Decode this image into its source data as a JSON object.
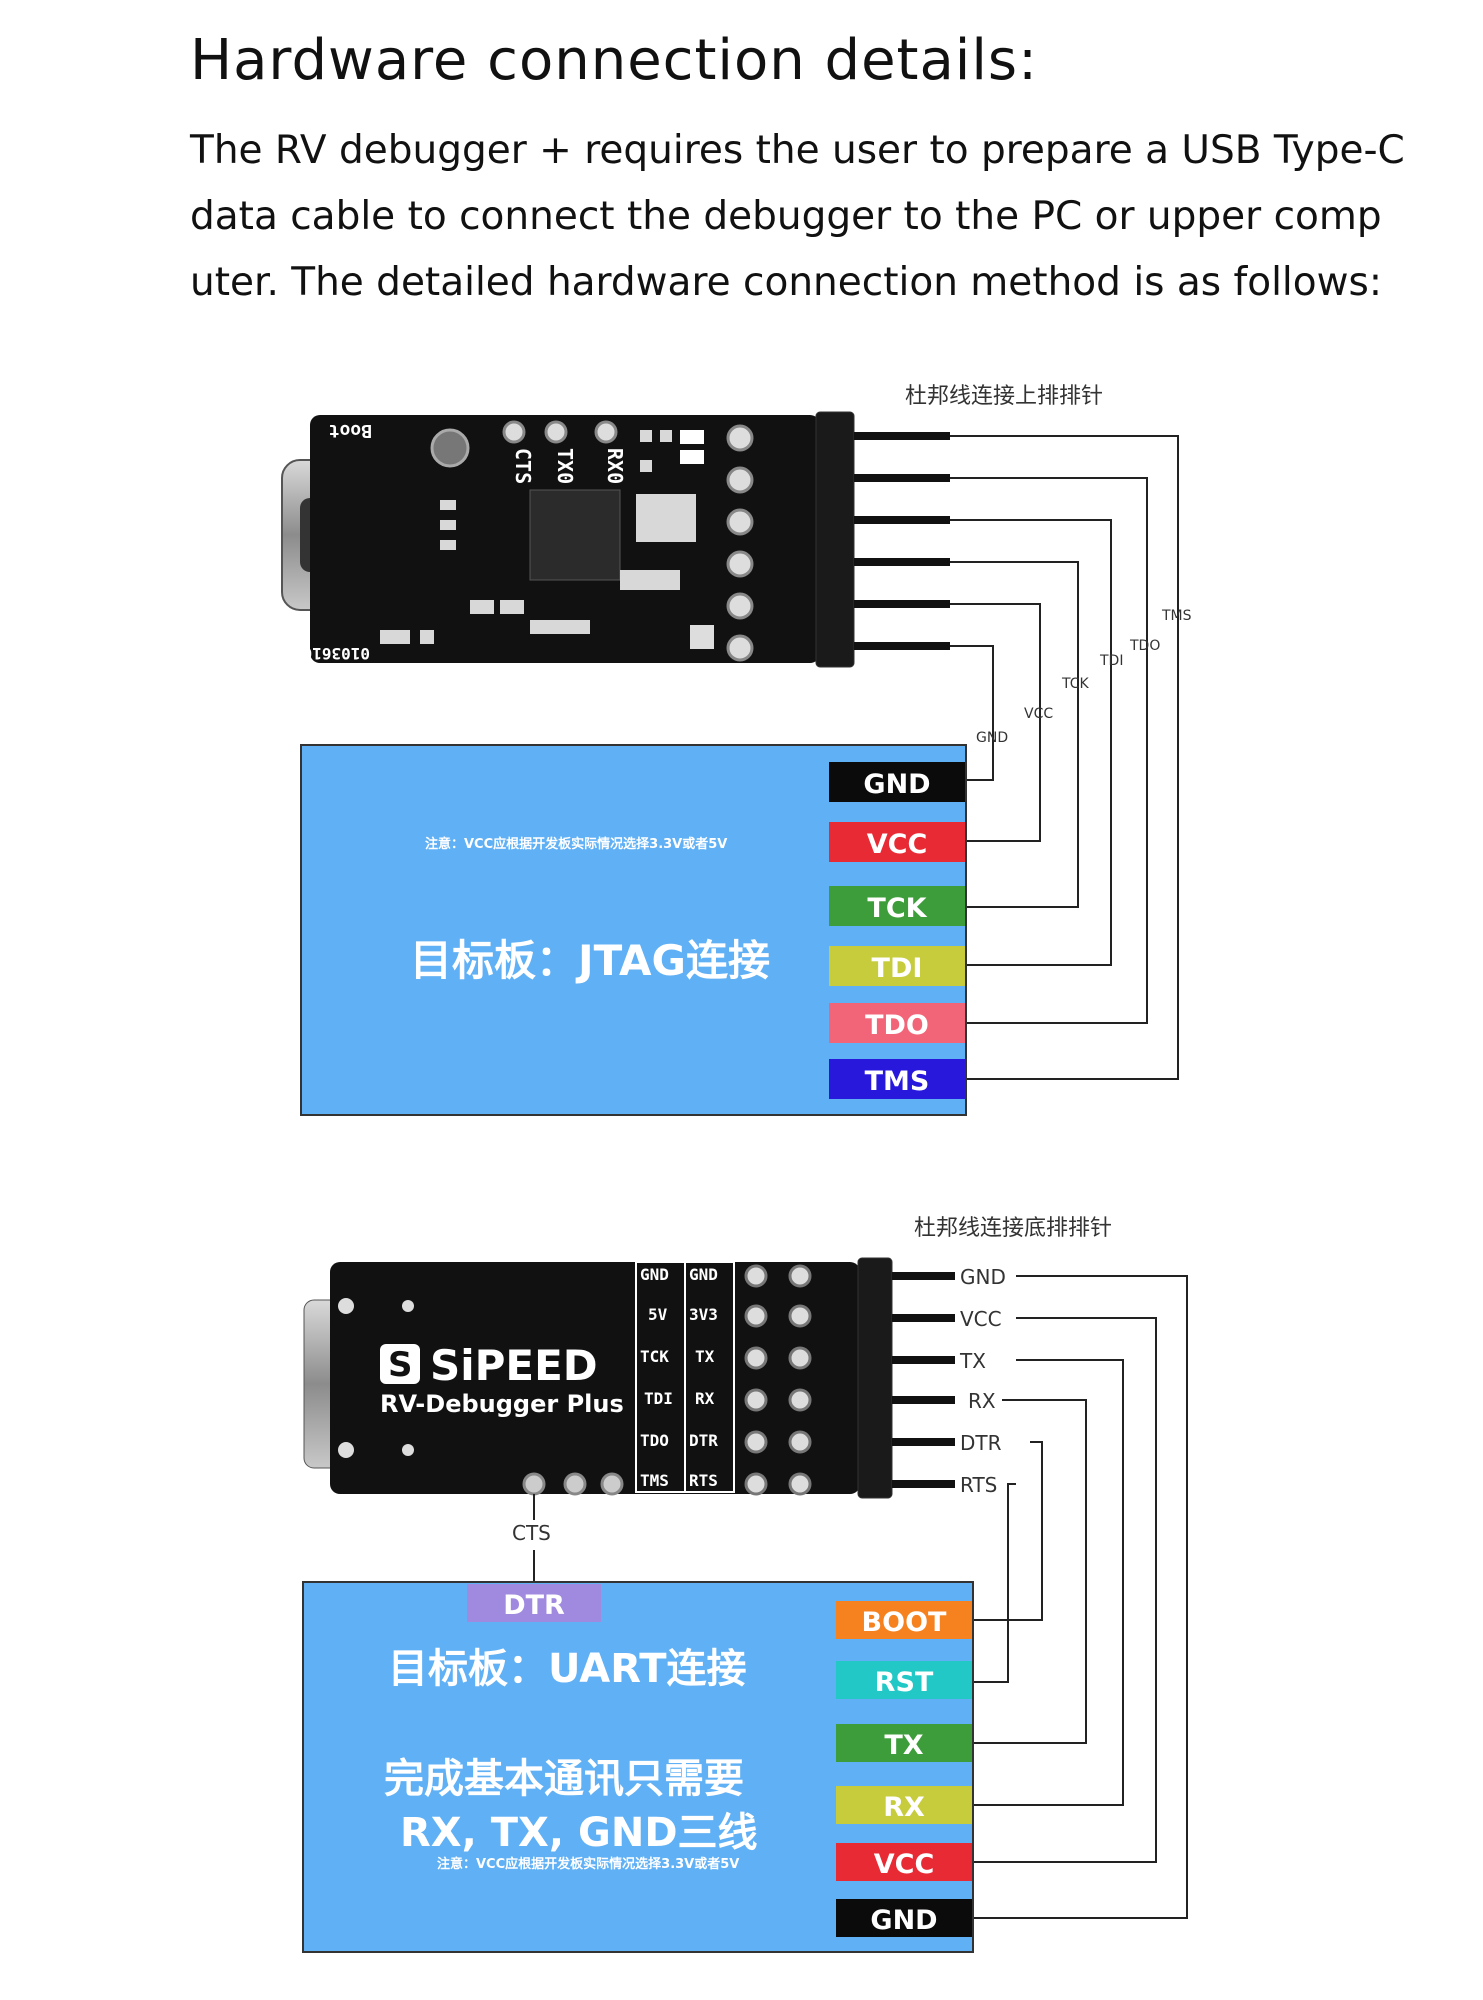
{
  "page": {
    "title": "Hardware connection details:",
    "intro_lines": [
      "The RV debugger + requires the user to prepare a USB Type-C",
      "data cable to connect the debugger to the PC or upper comp",
      "uter. The detailed hardware connection method is as follows:"
    ]
  },
  "jtag": {
    "header_note": "杜邦线连接上排排针",
    "board_silk": {
      "boot": "Boot",
      "cts": "CTS",
      "tx": "TX0",
      "rx": "RX0",
      "code": "0103610"
    },
    "wire_labels": [
      "GND",
      "VCC",
      "TCK",
      "TDI",
      "TDO",
      "TMS"
    ],
    "target_title": "目标板：JTAG连接",
    "vcc_note": "注意：VCC应根据开发板实际情况选择3.3V或者5V",
    "pins": [
      {
        "label": "GND",
        "color": "#0b0b0b"
      },
      {
        "label": "VCC",
        "color": "#e82a35"
      },
      {
        "label": "TCK",
        "color": "#3d9d3a"
      },
      {
        "label": "TDI",
        "color": "#c6cc3c"
      },
      {
        "label": "TDO",
        "color": "#f26578"
      },
      {
        "label": "TMS",
        "color": "#2718dc"
      }
    ],
    "box_color": "#5fb0f5"
  },
  "uart": {
    "header_note": "杜邦线连接底排排针",
    "brand": "SiPEED",
    "product": "RV-Debugger Plus",
    "silk_rows": [
      [
        "GND",
        "GND"
      ],
      [
        "5V",
        "3V3"
      ],
      [
        "TCK",
        "TX"
      ],
      [
        "TDI",
        "RX"
      ],
      [
        "TDO",
        "DTR"
      ],
      [
        "TMS",
        "RTS"
      ]
    ],
    "conn_labels": [
      "GND",
      "VCC",
      "TX",
      "RX",
      "DTR",
      "RTS"
    ],
    "cts_label": "CTS",
    "dtr_tab": {
      "label": "DTR",
      "color": "#a08ae0"
    },
    "target_title": "目标板：UART连接",
    "sub_line1": "完成基本通讯只需要",
    "sub_line2": "RX, TX, GND三线",
    "vcc_note": "注意：VCC应根据开发板实际情况选择3.3V或者5V",
    "pins": [
      {
        "label": "BOOT",
        "color": "#f5821f"
      },
      {
        "label": "RST",
        "color": "#22c8c6"
      },
      {
        "label": "TX",
        "color": "#3d9d3a"
      },
      {
        "label": "RX",
        "color": "#c6cc3c"
      },
      {
        "label": "VCC",
        "color": "#e82a35"
      },
      {
        "label": "GND",
        "color": "#0b0b0b"
      }
    ],
    "box_color": "#5fb0f5"
  }
}
